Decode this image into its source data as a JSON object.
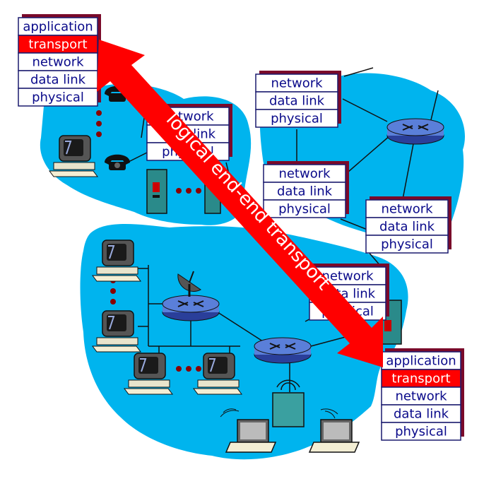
{
  "stacks": [
    {
      "id": "host-left",
      "layers": [
        "application",
        "transport",
        "network",
        "data link",
        "physical"
      ],
      "highlight": 1
    },
    {
      "id": "router-a",
      "layers": [
        "network",
        "data link",
        "physical"
      ],
      "highlight": -1
    },
    {
      "id": "router-b",
      "layers": [
        "network",
        "data link",
        "physical"
      ],
      "highlight": -1
    },
    {
      "id": "router-c",
      "layers": [
        "network",
        "data link",
        "physical"
      ],
      "highlight": -1
    },
    {
      "id": "router-d",
      "layers": [
        "network",
        "data link",
        "physical"
      ],
      "highlight": -1
    },
    {
      "id": "router-e",
      "layers": [
        "network",
        "data link",
        "physical"
      ],
      "highlight": -1
    },
    {
      "id": "host-right",
      "layers": [
        "application",
        "transport",
        "network",
        "data link",
        "physical"
      ],
      "highlight": 1
    }
  ],
  "arrow_label": "logical end-end transport",
  "colors": {
    "cloud": "#00b4ee",
    "arrow": "#ff0000",
    "layer_text": "#0a0a8a",
    "layer_border": "#1a1a6e",
    "stack_shadow": "#7a0a2a",
    "highlight_fill": "#ff0000",
    "highlight_text": "#ffffff",
    "router_fill": "#5a7fd9",
    "link": "#111111"
  },
  "icons": [
    "computer-icon",
    "telephone-icon",
    "router-icon",
    "server-icon",
    "satellite-dish-icon",
    "laptop-icon",
    "wireless-access-point-icon"
  ]
}
